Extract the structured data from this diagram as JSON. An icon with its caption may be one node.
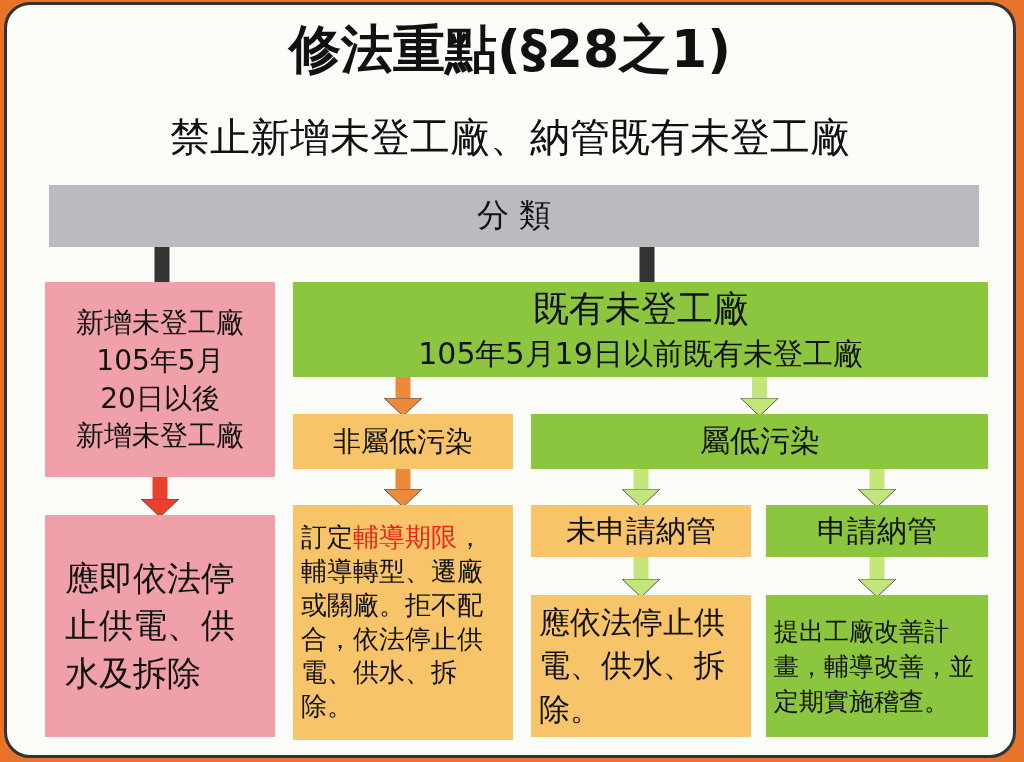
{
  "diagram": {
    "title": "修法重點(§28之1)",
    "labels": [
      "禁止新增未登工廠、納管既有未登工廠"
    ],
    "nodes": [
      {
        "text": [
          "分 類"
        ]
      },
      {
        "text": [
          "新增未登工廠",
          "105年5月20日以後",
          "新增未登工廠"
        ]
      },
      {
        "text": [
          "應即依法停止供電、供水及拆除"
        ]
      },
      {
        "text": [
          "既有未登工廠",
          "105年5月19日以前既有未登工廠"
        ]
      },
      {
        "text": [
          "非屬低污染"
        ]
      },
      {
        "text": [
          "訂定**輔導期限**，輔導轉型、遷廠或關廠。拒不配合，依法停止供電、供水、拆除。"
        ]
      },
      {
        "text": [
          "屬低污染"
        ]
      },
      {
        "text": [
          "未申請納管"
        ]
      },
      {
        "text": [
          "申請納管"
        ]
      },
      {
        "text": [
          "應依法停止供電、供水、拆除。"
        ]
      },
      {
        "text": [
          "提出工廠改善計畫，輔導改善，並定期實施稽查。"
        ]
      }
    ],
    "edges": [
      {
        "from": 0,
        "to": 1,
        "arrow": "none",
        "color": "#333333"
      },
      {
        "from": 0,
        "to": 3,
        "arrow": "none",
        "color": "#333333"
      },
      {
        "from": 1,
        "to": 2,
        "arrow": "to",
        "color": "#e8402a"
      },
      {
        "from": 3,
        "to": 4,
        "arrow": "to",
        "color": "#ec8a3c"
      },
      {
        "from": 3,
        "to": 6,
        "arrow": "to"
      },
      {
        "from": 4,
        "to": 5,
        "arrow": "to",
        "color": "#ec8a3c"
      },
      {
        "from": 6,
        "to": 7,
        "arrow": "to"
      },
      {
        "from": 6,
        "to": 8,
        "arrow": "to"
      },
      {
        "from": 7,
        "to": 9,
        "arrow": "to"
      },
      {
        "from": 8,
        "to": 10,
        "arrow": "to"
      }
    ]
  }
}
